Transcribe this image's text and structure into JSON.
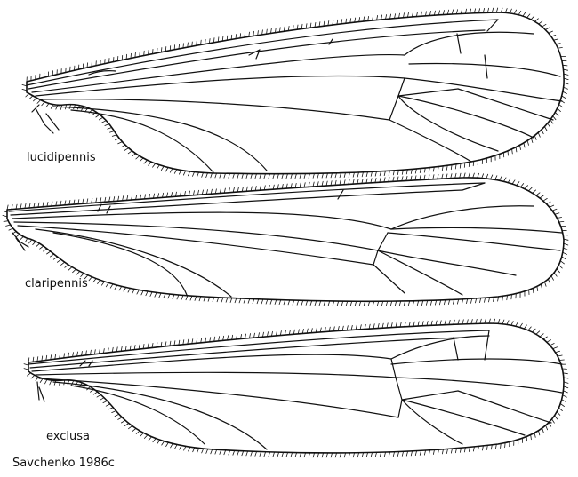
{
  "figure": {
    "wings": [
      {
        "species": "lucidipennis"
      },
      {
        "species": "claripennis"
      },
      {
        "species": "exclusa"
      }
    ],
    "credit": "Savchenko 1986c"
  }
}
